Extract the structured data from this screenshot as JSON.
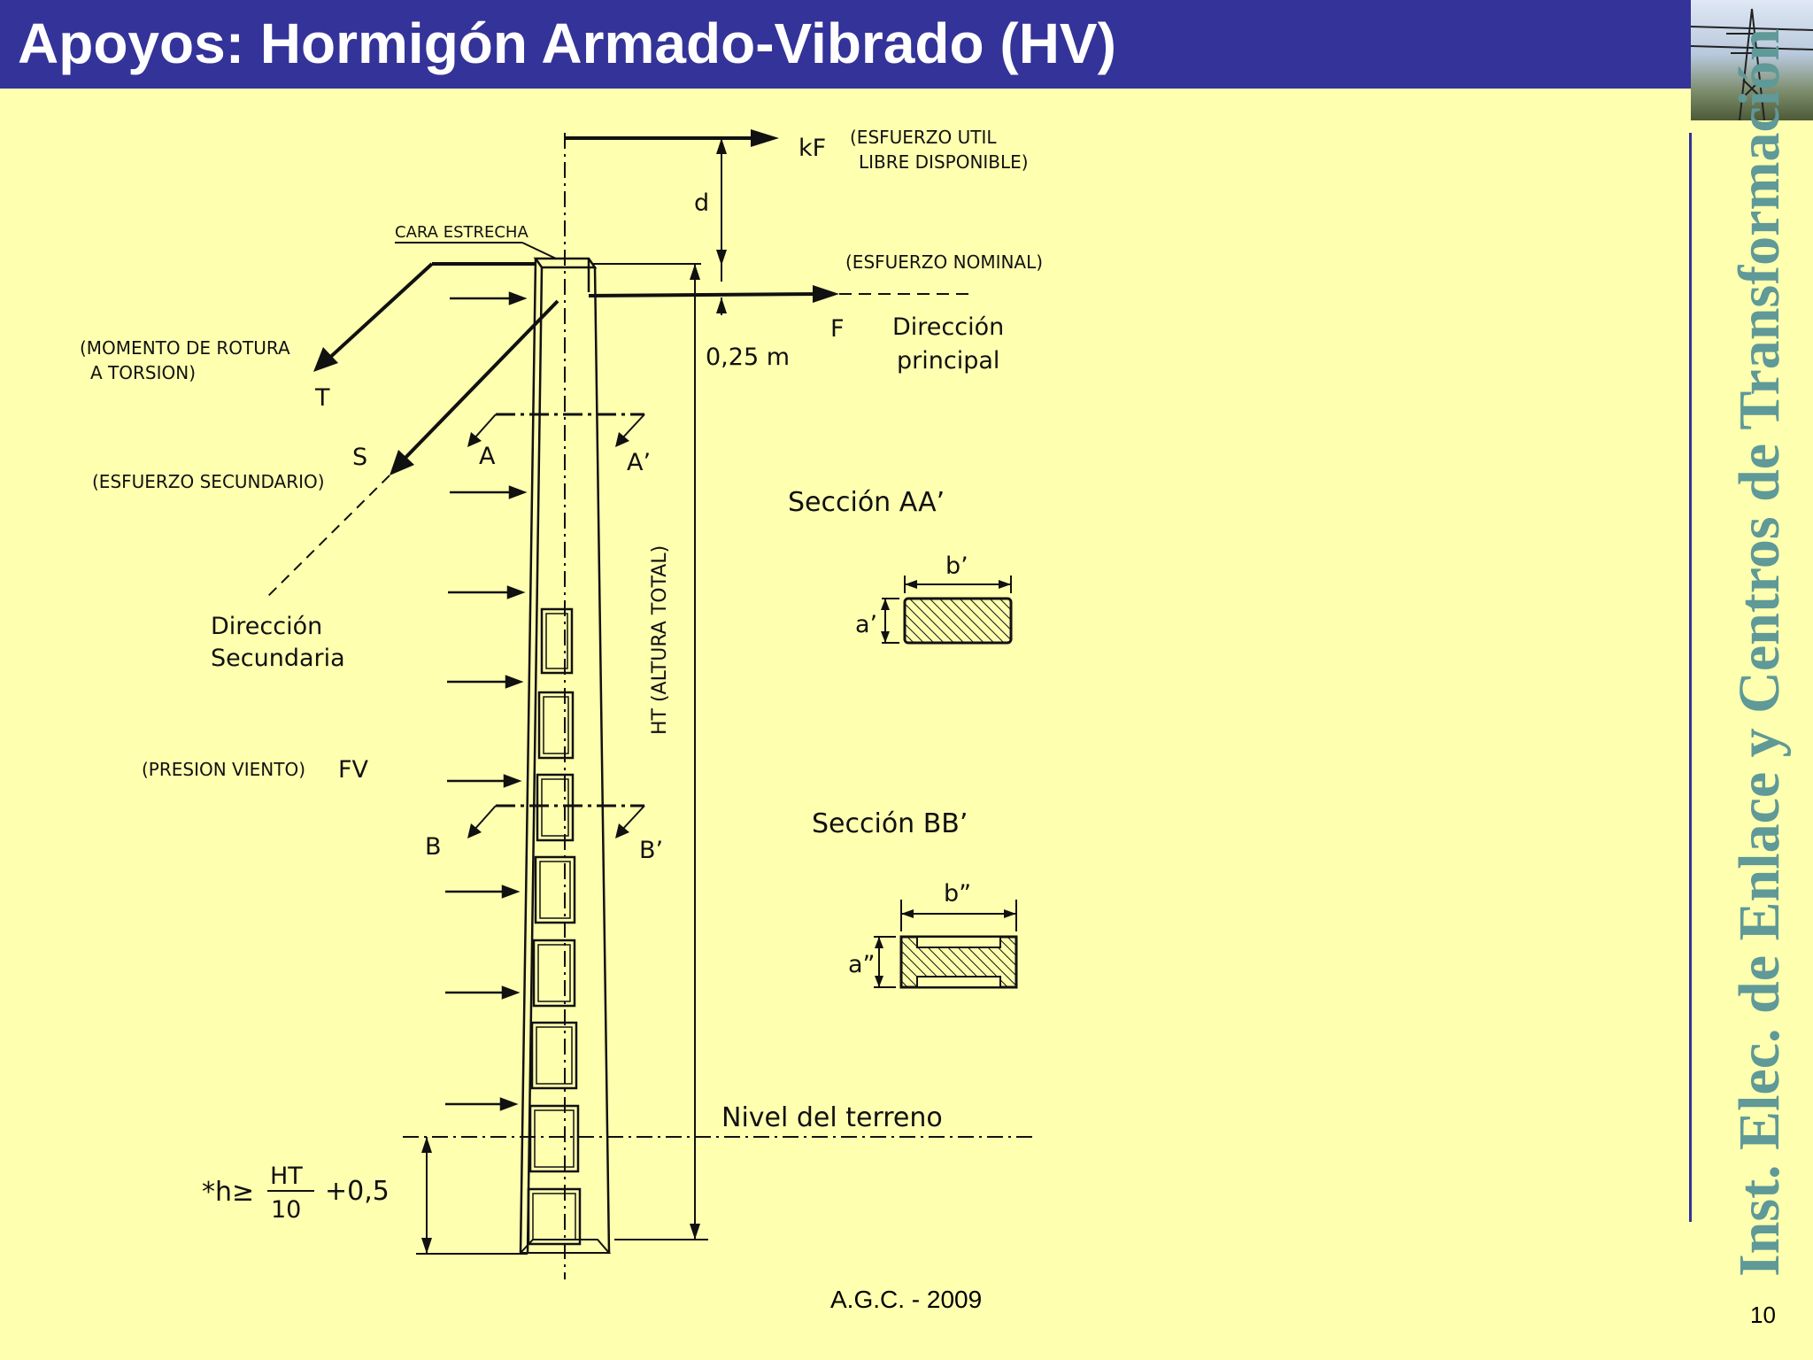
{
  "title": "Apoyos: Hormigón Armado-Vibrado (HV)",
  "side_text": "Inst. Elec. de Enlace y Centros de Transformación",
  "footer": "A.G.C. - 2009",
  "page_number": "10",
  "colors": {
    "title_bar": "#333399",
    "background": "#ffffb0",
    "side_text": "#5f9998"
  },
  "diagram": {
    "kf_label": "kF",
    "kf_desc_1": "(ESFUERZO UTIL",
    "kf_desc_2": "LIBRE DISPONIBLE)",
    "d_label": "d",
    "cara_estrecha": "CARA ESTRECHA",
    "esfuerzo_nominal": "(ESFUERZO NOMINAL)",
    "momento_1": "(MOMENTO DE ROTURA",
    "momento_2": "A TORSION)",
    "t_label": "T",
    "f_label": "F",
    "dir_principal_1": "Dirección",
    "dir_principal_2": "principal",
    "dist_label": "0,25 m",
    "s_label": "S",
    "a_label": "A",
    "a_prime_label": "A’",
    "esfuerzo_secundario": "(ESFUERZO SECUNDARIO)",
    "seccion_aa": "Sección AA’",
    "ht_label": "HT (ALTURA TOTAL)",
    "b_prime": "b’",
    "a_prime": "a’",
    "dir_secundaria_1": "Dirección",
    "dir_secundaria_2": "Secundaria",
    "presion_viento": "(PRESION VIENTO)",
    "fv_label": "FV",
    "b_label": "B",
    "b_prime_label": "B’",
    "seccion_bb": "Sección BB’",
    "b_dprime": "b”",
    "a_dprime": "a”",
    "nivel_terreno": "Nivel del terreno",
    "formula_prefix": "*h≥",
    "formula_num": "HT",
    "formula_den": "10",
    "formula_suffix": "+0,5"
  }
}
